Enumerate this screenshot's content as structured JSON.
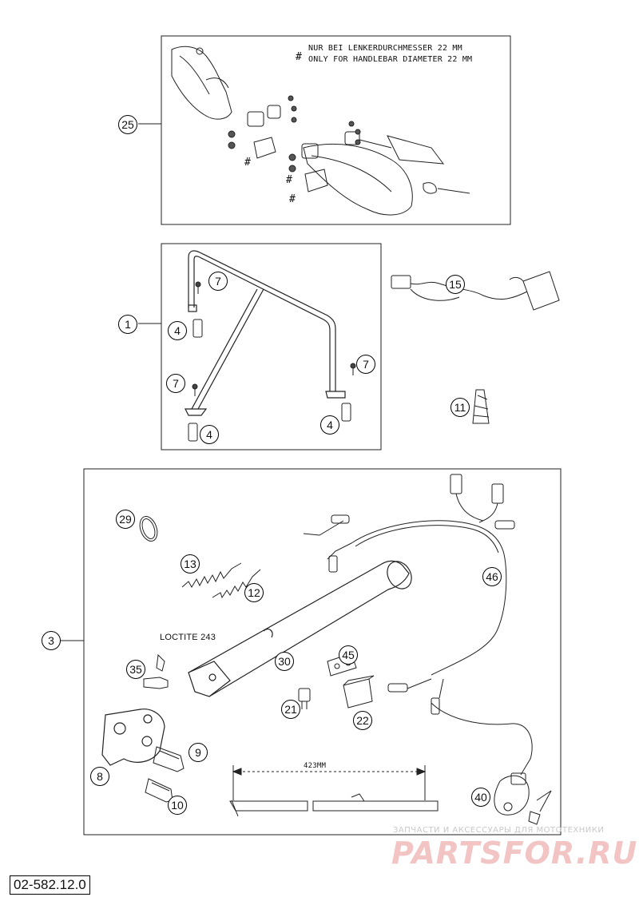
{
  "notes": {
    "hash_symbol": "#",
    "handlebar_de": "NUR BEI LENKERDURCHMESSER 22 MM",
    "handlebar_en": "ONLY FOR HANDLEBAR DIAMETER 22 MM",
    "loctite": "LOCTITE 243",
    "length": "423MM"
  },
  "callouts": [
    "25",
    "7",
    "15",
    "1",
    "4",
    "7",
    "7",
    "4",
    "11",
    "4",
    "29",
    "46",
    "13",
    "12",
    "3",
    "30",
    "45",
    "35",
    "21",
    "22",
    "9",
    "8",
    "10",
    "40"
  ],
  "hash_marks": [
    "#",
    "#",
    "#"
  ],
  "part_code": "02-582.12.0",
  "watermark": {
    "line1": "ЗАПЧАСТИ И АКСЕССУАРЫ ДЛЯ МОТОТЕХНИКИ",
    "line2": "PARTSFOR.RU"
  }
}
